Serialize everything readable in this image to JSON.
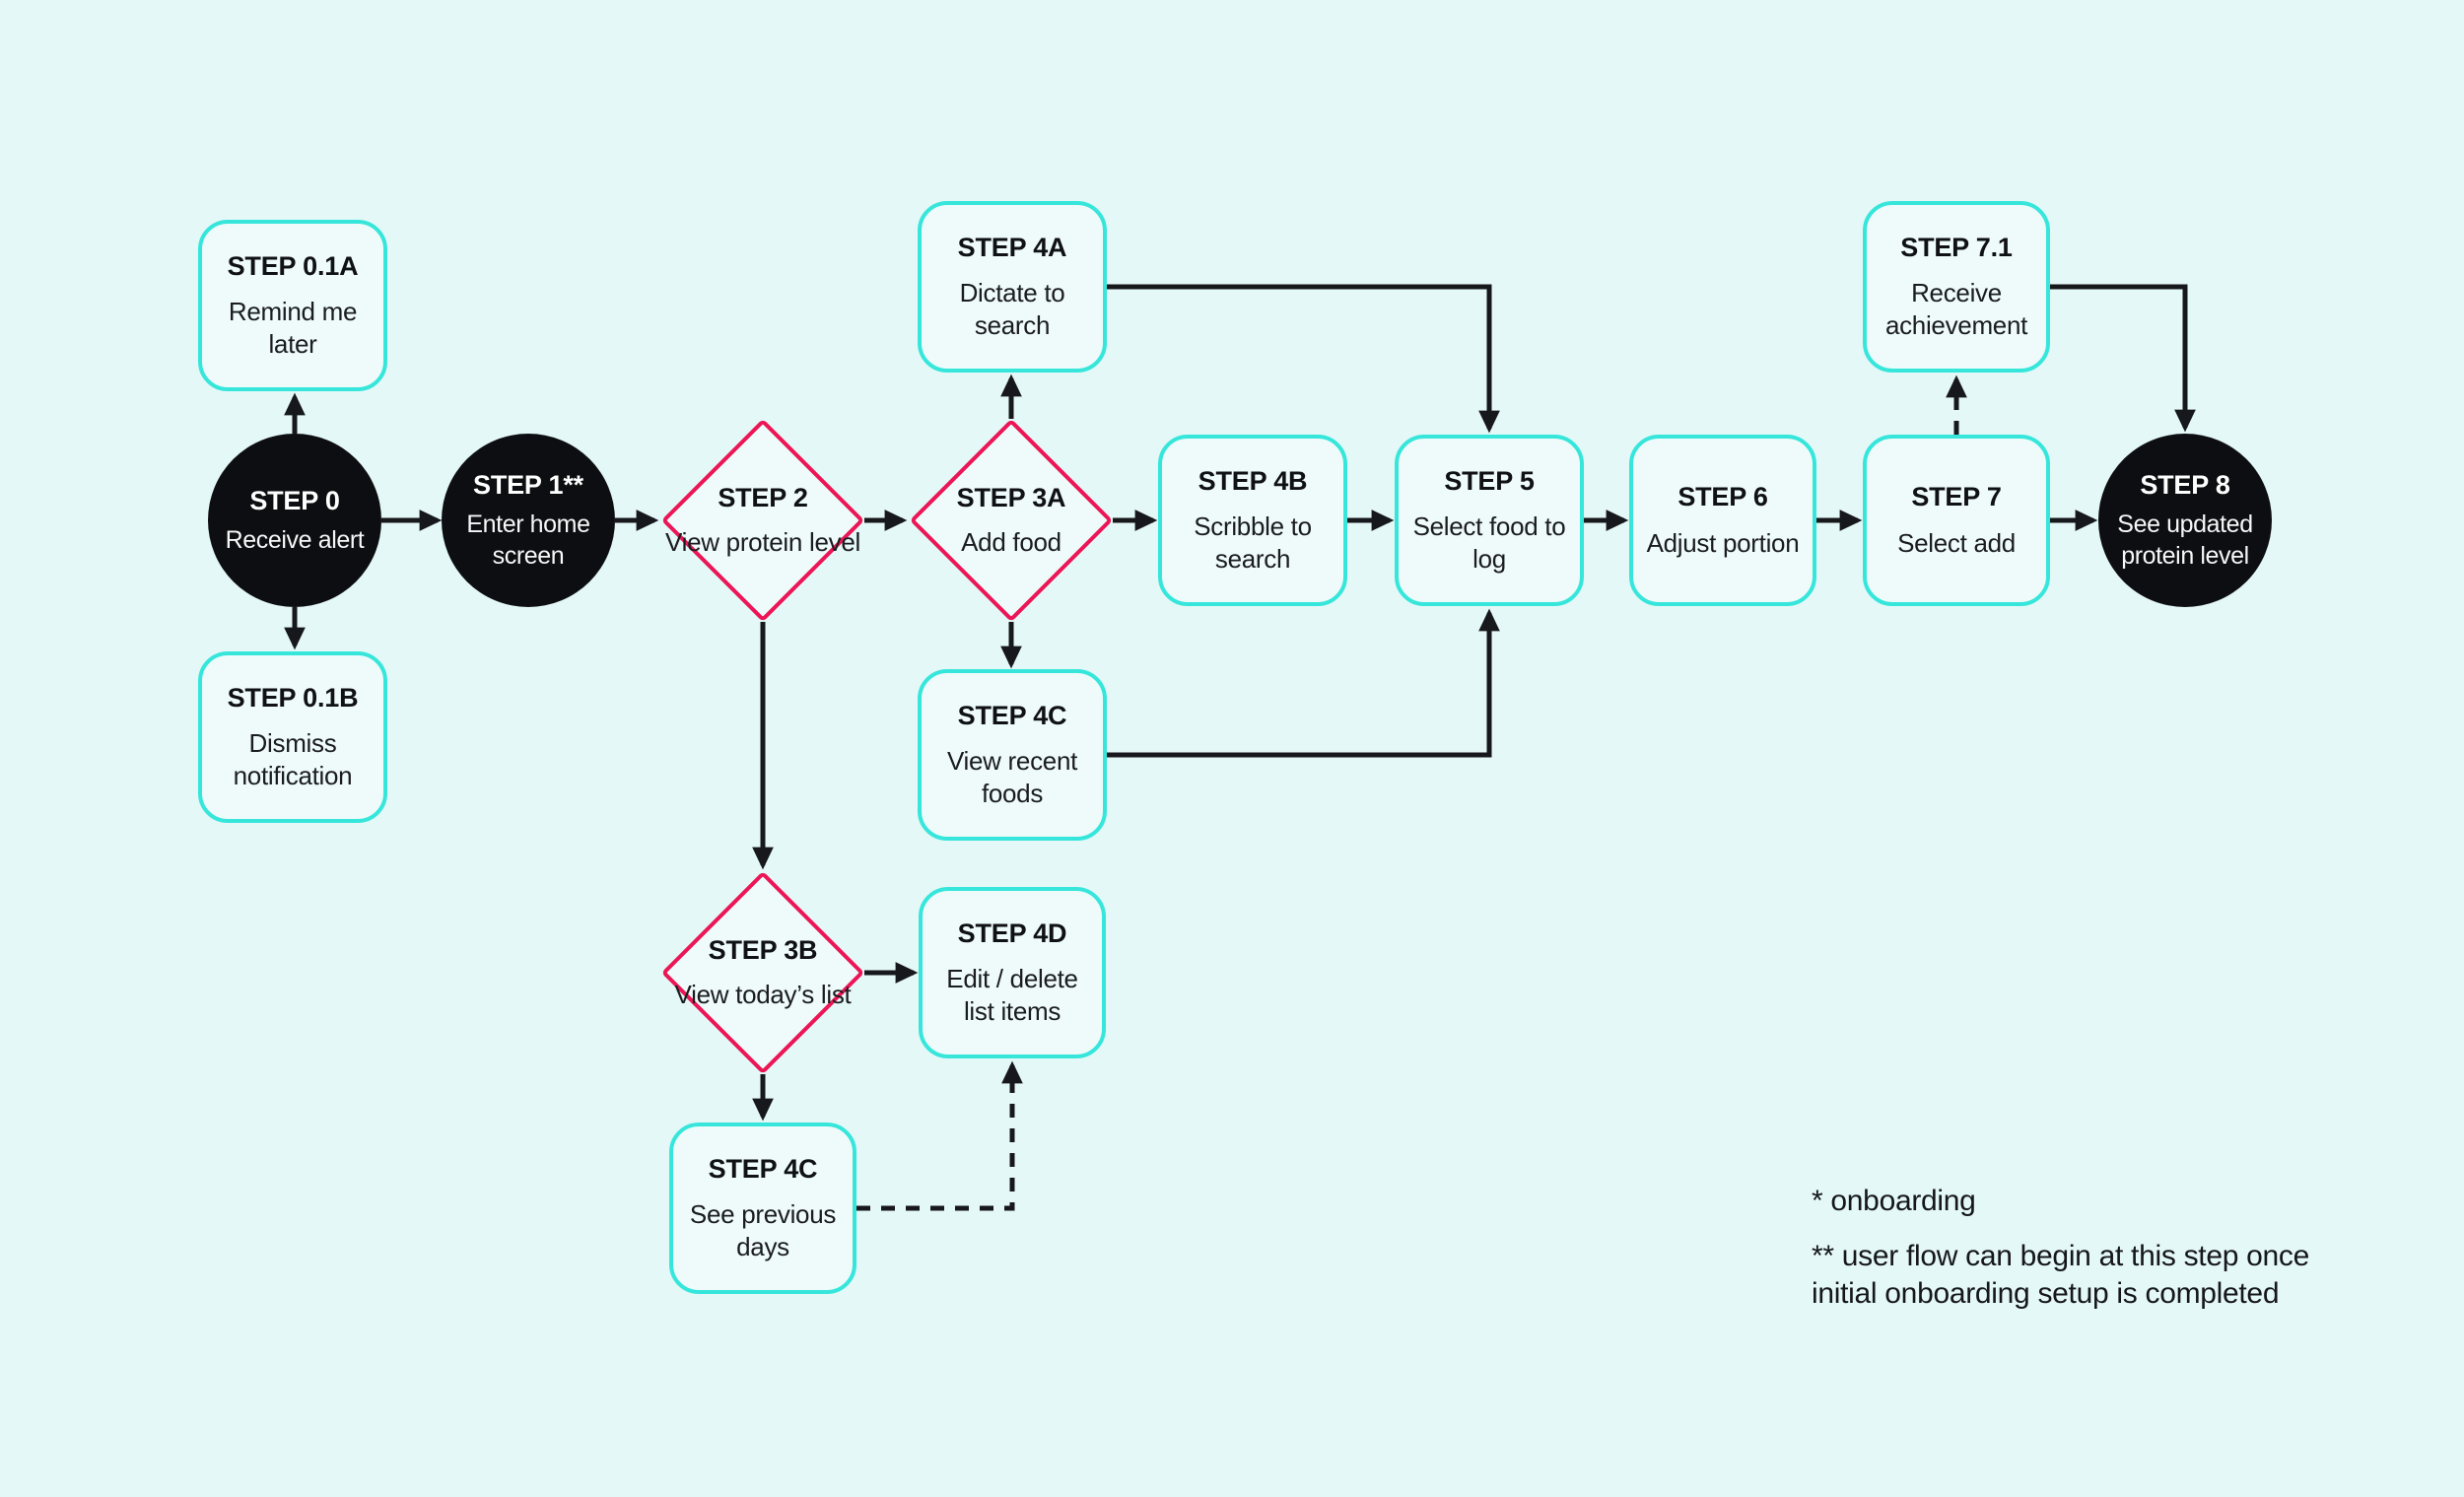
{
  "diagram": {
    "nodes": {
      "step0": {
        "title": "STEP 0",
        "label": "Receive alert"
      },
      "step01a": {
        "title": "STEP 0.1A",
        "label": "Remind me later"
      },
      "step01b": {
        "title": "STEP 0.1B",
        "label": "Dismiss notification"
      },
      "step1": {
        "title": "STEP 1**",
        "label": "Enter home screen"
      },
      "step2": {
        "title": "STEP 2",
        "label": "View protein level"
      },
      "step3a": {
        "title": "STEP 3A",
        "label": "Add food"
      },
      "step3b": {
        "title": "STEP 3B",
        "label": "View today’s list"
      },
      "step4a": {
        "title": "STEP 4A",
        "label": "Dictate to search"
      },
      "step4b": {
        "title": "STEP 4B",
        "label": "Scribble to search"
      },
      "step4c_recent": {
        "title": "STEP 4C",
        "label": "View recent foods"
      },
      "step4c_previous": {
        "title": "STEP 4C",
        "label": "See previous days"
      },
      "step4d": {
        "title": "STEP 4D",
        "label": "Edit / delete list items"
      },
      "step5": {
        "title": "STEP 5",
        "label": "Select food to log"
      },
      "step6": {
        "title": "STEP 6",
        "label": "Adjust portion"
      },
      "step7": {
        "title": "STEP 7",
        "label": "Select add"
      },
      "step7_1": {
        "title": "STEP 7.1",
        "label": "Receive achievement"
      },
      "step8": {
        "title": "STEP 8",
        "label": "See updated protein level"
      }
    },
    "footnotes": {
      "note1": "* onboarding",
      "note2_line1": "** user flow can begin at this step once",
      "note2_line2": "initial onboarding setup is completed"
    },
    "colors": {
      "background": "#E4F8F7",
      "node_fill": "#EEFBFA",
      "node_border": "#37E6DB",
      "decision_border": "#EC1556",
      "terminal_fill": "#0D0E11",
      "connector": "#17181B"
    }
  }
}
